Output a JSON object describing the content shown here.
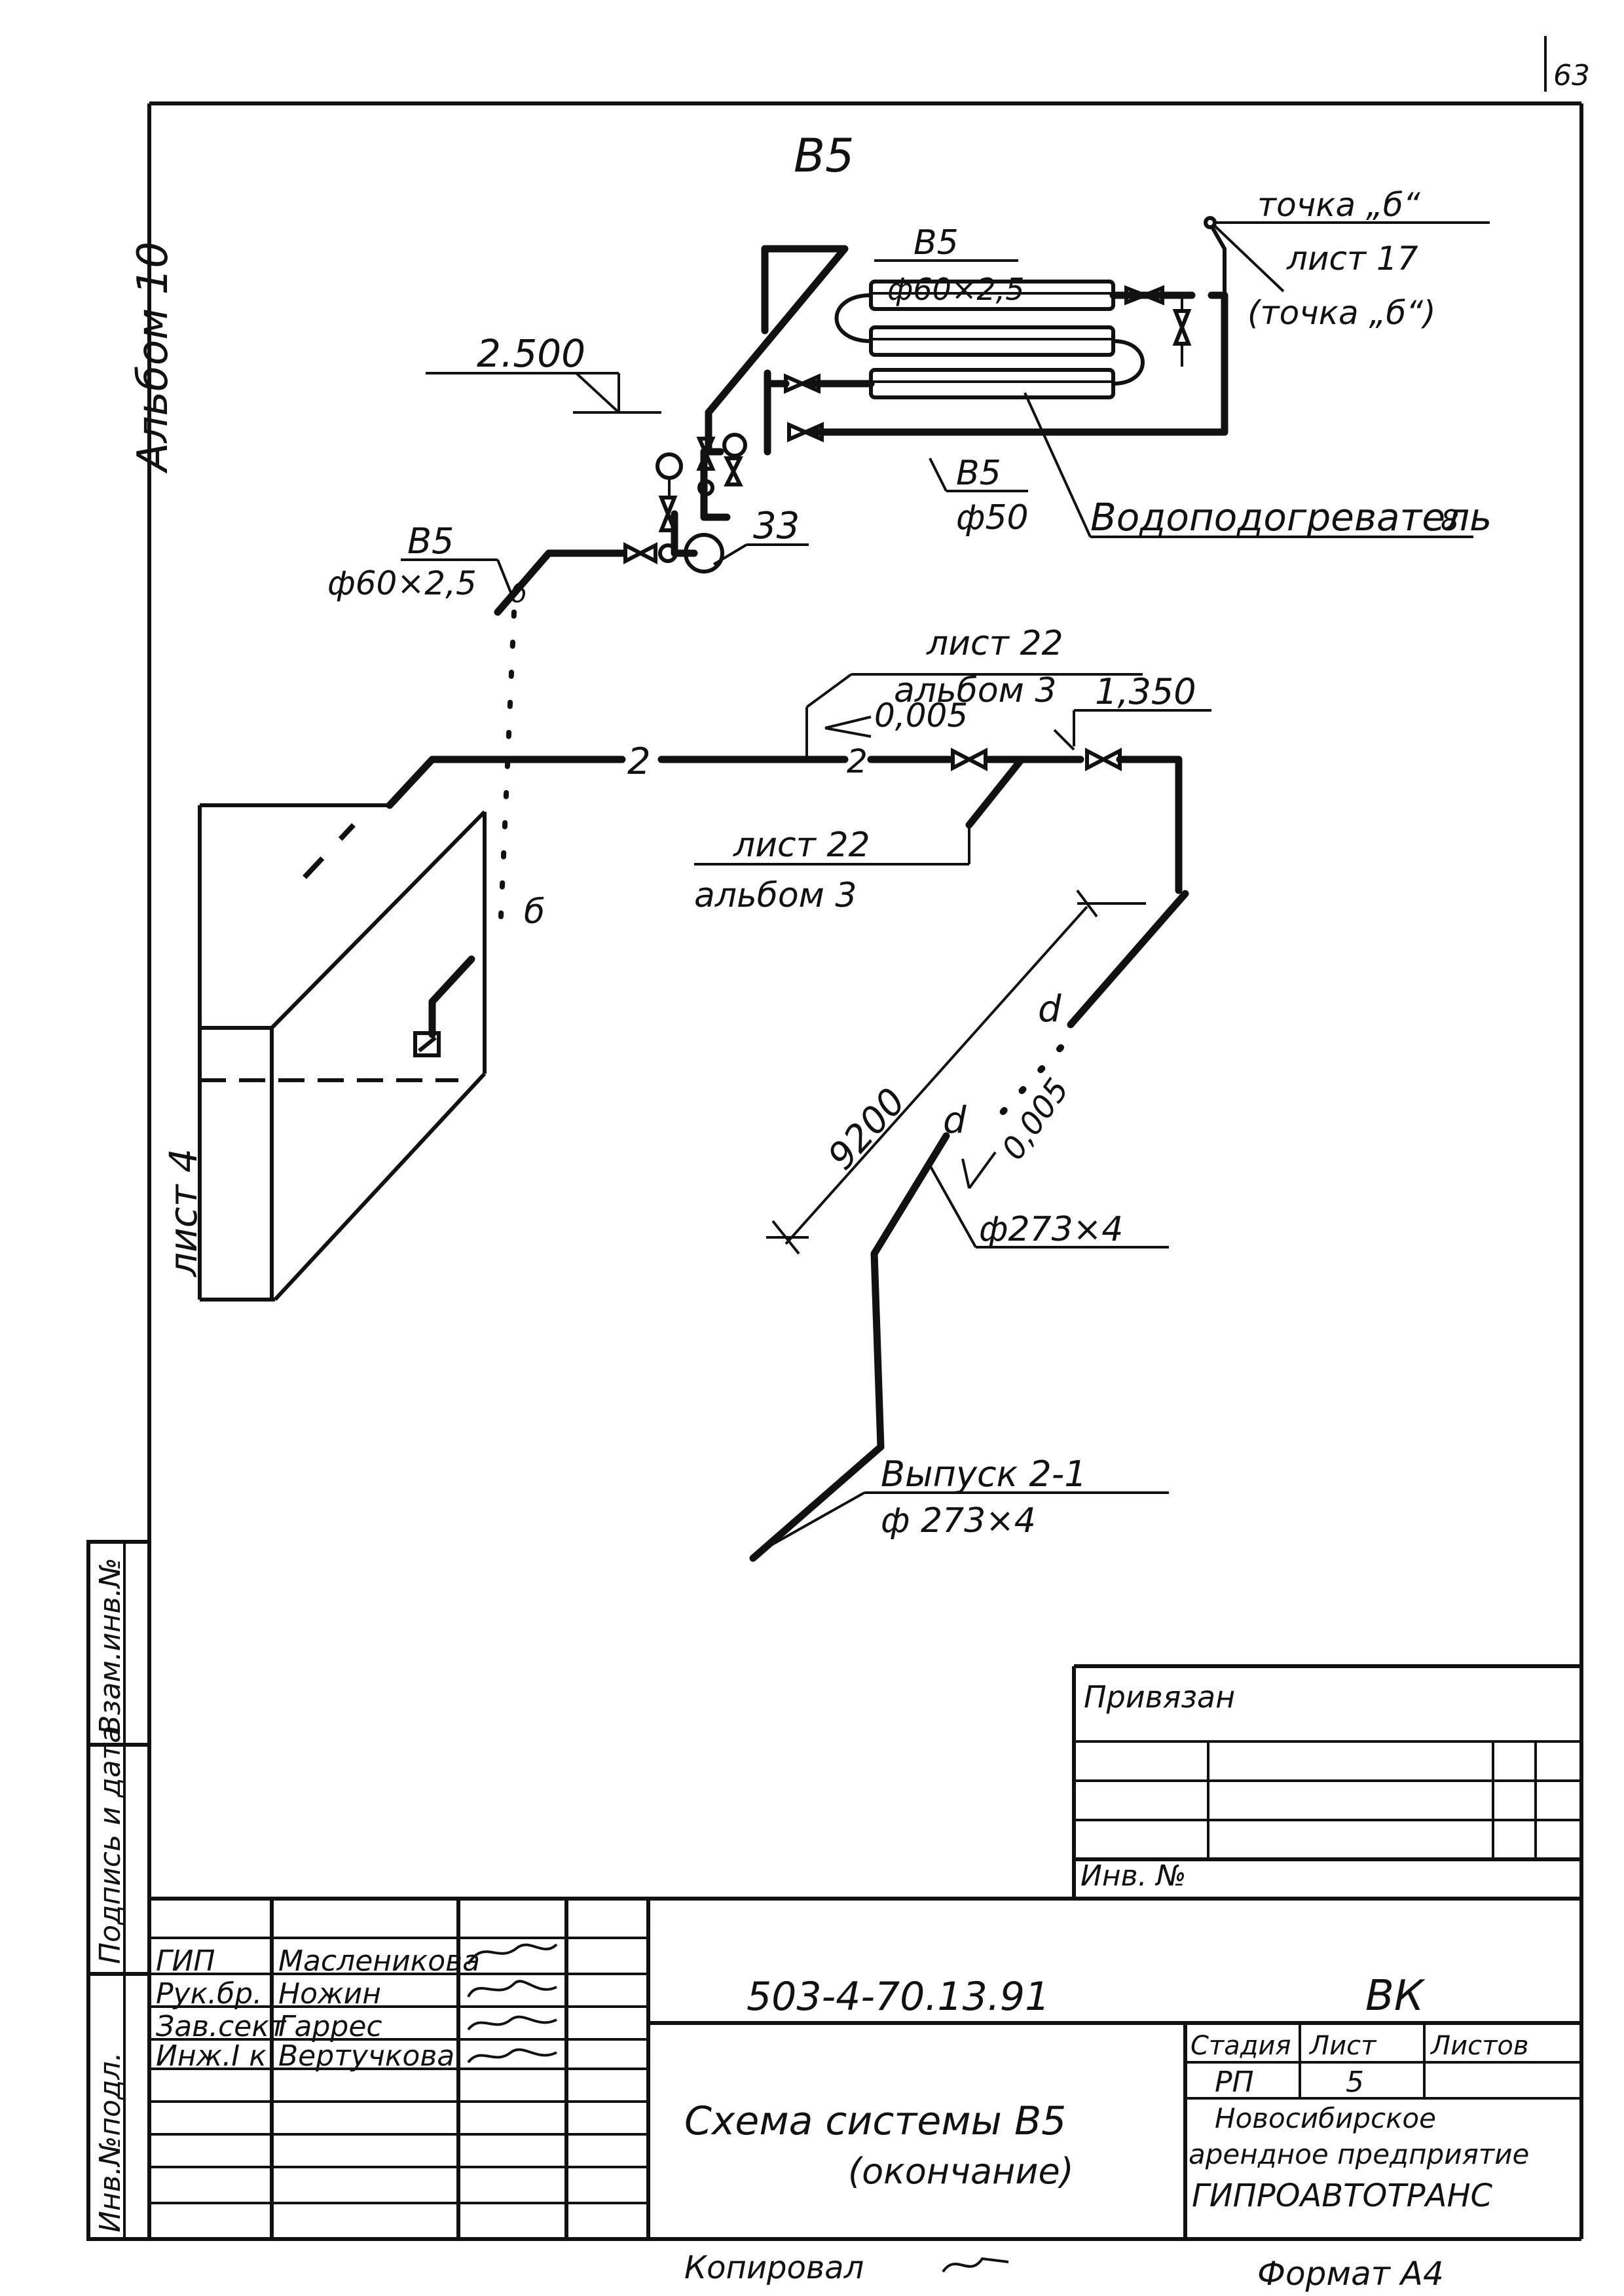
{
  "page_corner": "63",
  "album_note": "Альбом 10",
  "system_title": "В5",
  "labels": {
    "tochka_b": "точка „б“",
    "list_17": "лист 17",
    "tochka_b2": "(точка „б“)",
    "b5_top": "В5",
    "pipe_60_top": "ф60×2,5",
    "level_2500": "2.500",
    "b5_50": "В5",
    "pipe_50": "ф50",
    "heater": "Водоподогреватель",
    "heater_num": "8",
    "b5_left": "В5",
    "pipe_60_left": "ф60×2,5",
    "point_b_upper": "б",
    "item_33": "33",
    "list_22_upper": "лист 22",
    "album_3_upper": "альбом 3",
    "slope_005": "0,005",
    "level_1350": "1,350",
    "num_2_left": "2",
    "num_2_right": "2",
    "list_22_lower": "лист 22",
    "album_3_lower": "альбом 3",
    "point_b_lower": "б",
    "list_4": "лист 4",
    "dim_9200": "9200",
    "d_upper": "d",
    "d_lower": "d",
    "slope_005_2": "0,005",
    "pipe_273": "ф273×4",
    "outlet": "Выпуск 2-1",
    "outlet_pipe": "ф 273×4"
  },
  "side_columns": [
    "Инв.№подл.",
    "Подпись и дата",
    "Взам.инв.№"
  ],
  "binding": {
    "title": "Привязан",
    "inv_label": "Инв. №"
  },
  "title_block": {
    "rows": [
      {
        "role": "ГИП",
        "name": "Масленикова"
      },
      {
        "role": "Рук.бр.",
        "name": "Ножин"
      },
      {
        "role": "Зав.сект",
        "name": "Гаррес"
      },
      {
        "role": "Инж.I к",
        "name": "Вертучкова"
      }
    ],
    "doc_code": "503-4-70.13.91",
    "mark": "ВК",
    "stage_header": "Стадия",
    "sheet_header": "Лист",
    "sheets_header": "Листов",
    "stage_value": "РП",
    "sheet_value": "5",
    "sheets_value": "",
    "drawing_title_1": "Схема системы В5",
    "drawing_title_2": "(окончание)",
    "org_1": "Новосибирское",
    "org_2": "арендное предприятие",
    "org_3": "ГИПРОАВТОТРАНС"
  },
  "footer": {
    "copied": "Копировал",
    "format": "Формат А4"
  }
}
